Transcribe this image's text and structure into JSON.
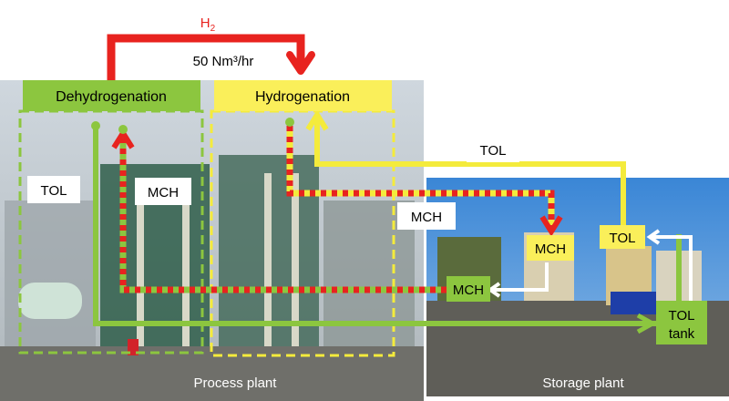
{
  "flow": {
    "h2_symbol": "H",
    "h2_subscript": "2",
    "h2_rate": "50 Nm³/hr"
  },
  "units": {
    "dehydrogenation": "Dehydrogenation",
    "hydrogenation": "Hydrogenation"
  },
  "streams": {
    "tol_top": "TOL",
    "tol_left": "TOL",
    "mch_left": "MCH",
    "mch_mid": "MCH",
    "mch_storage_in": "MCH",
    "mch_storage_out": "MCH",
    "tol_storage": "TOL",
    "tol_tank_line1": "TOL",
    "tol_tank_line2": "tank"
  },
  "captions": {
    "process_plant": "Process plant",
    "storage_plant": "Storage plant"
  },
  "colors": {
    "h2_red": "#e8231f",
    "green": "#8cc63f",
    "yellow": "#f4eb3c",
    "dehydro_box": "#8cc63f",
    "hydro_box": "#faef5a"
  }
}
